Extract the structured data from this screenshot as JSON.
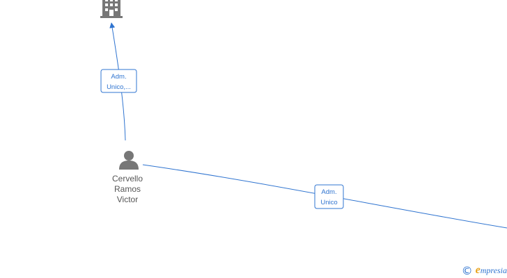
{
  "nodes": {
    "company": {
      "icon": "building-icon"
    },
    "person": {
      "icon": "person-icon",
      "name_lines": [
        "Cervello",
        "Ramos",
        "Victor"
      ]
    }
  },
  "edges": [
    {
      "label_lines": [
        "Adm.",
        "Unico,..."
      ]
    },
    {
      "label_lines": [
        "Adm.",
        "Unico"
      ]
    }
  ],
  "colors": {
    "edge": "#2f74d0",
    "icon": "#777777",
    "node_text": "#555555",
    "brand_first": "#e8a21a"
  },
  "watermark": {
    "symbol": "©",
    "brand_first": "e",
    "brand_rest": "mpresia"
  }
}
